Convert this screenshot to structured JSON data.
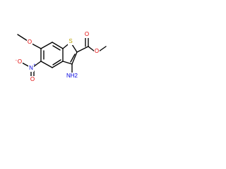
{
  "molecule": {
    "atoms": {
      "sulfur": "S",
      "ring_oxygen_ether": "O",
      "methoxy_carbon": "",
      "nitro_nitrogen": "N",
      "nitro_oxygen_left": "O",
      "nitro_oxygen_bottom": "O",
      "amino_group": "NH2",
      "ester_carbonyl_oxygen": "O",
      "ester_oxygen": "O"
    },
    "charges": {
      "nitro_nitrogen": "+",
      "nitro_oxygen_left": "−"
    },
    "colors": {
      "bond": "#000000",
      "sulfur": "#b8a000",
      "oxygen": "#e00000",
      "nitrogen": "#0000e0"
    }
  }
}
